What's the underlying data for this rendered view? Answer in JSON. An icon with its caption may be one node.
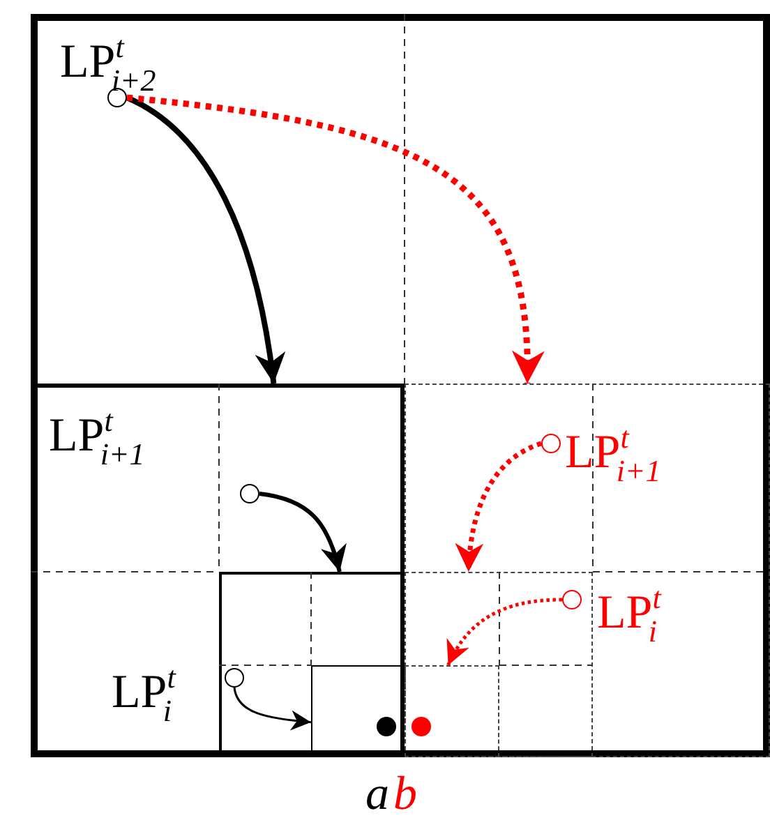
{
  "diagram": {
    "nodes": [
      {
        "text": [
          "LP$^{t}$$_{i+2}$"
        ]
      },
      {
        "text": [],
        "shape": "circle",
        "in": 0
      },
      {
        "text": [
          "LP$^{t}$$_{i+1}$"
        ],
        "in": 0
      },
      {
        "text": [],
        "shape": "circle",
        "in": 2
      },
      {
        "text": [
          "LP$^{t}$$_{i}$"
        ],
        "in": 2
      },
      {
        "text": [],
        "shape": "circle",
        "in": 4
      },
      {
        "text": [],
        "shape": "box",
        "in": 4
      },
      {
        "text": [],
        "shape": "circle",
        "in": 6
      },
      {
        "text": [],
        "shape": "box",
        "in": 0
      },
      {
        "text": [],
        "shape": "circle",
        "in": 8,
        "beside": [
          "LP$^{t}$$_{i+1}$"
        ]
      },
      {
        "text": [],
        "shape": "box",
        "in": 8
      },
      {
        "text": [],
        "shape": "circle",
        "in": 10,
        "beside": [
          "LP$^{t}$$_{i}$"
        ]
      },
      {
        "text": [],
        "shape": "box",
        "in": 10
      },
      {
        "text": [],
        "shape": "circle",
        "in": 12
      }
    ],
    "edges": [
      {
        "from": 1,
        "to": 2,
        "arrow": "to"
      },
      {
        "from": 1,
        "to": 8,
        "arrow": "to",
        "style": "dashed",
        "color": "#ff0000"
      },
      {
        "from": 3,
        "to": 4,
        "arrow": "to"
      },
      {
        "from": 9,
        "to": 10,
        "arrow": "to",
        "style": "dashed",
        "color": "#ff0000"
      },
      {
        "from": 5,
        "to": 6,
        "arrow": "to"
      },
      {
        "from": 11,
        "to": 12,
        "arrow": "to",
        "style": "dashed",
        "color": "#ff0000"
      }
    ],
    "labels": [
      "a",
      "b"
    ]
  }
}
